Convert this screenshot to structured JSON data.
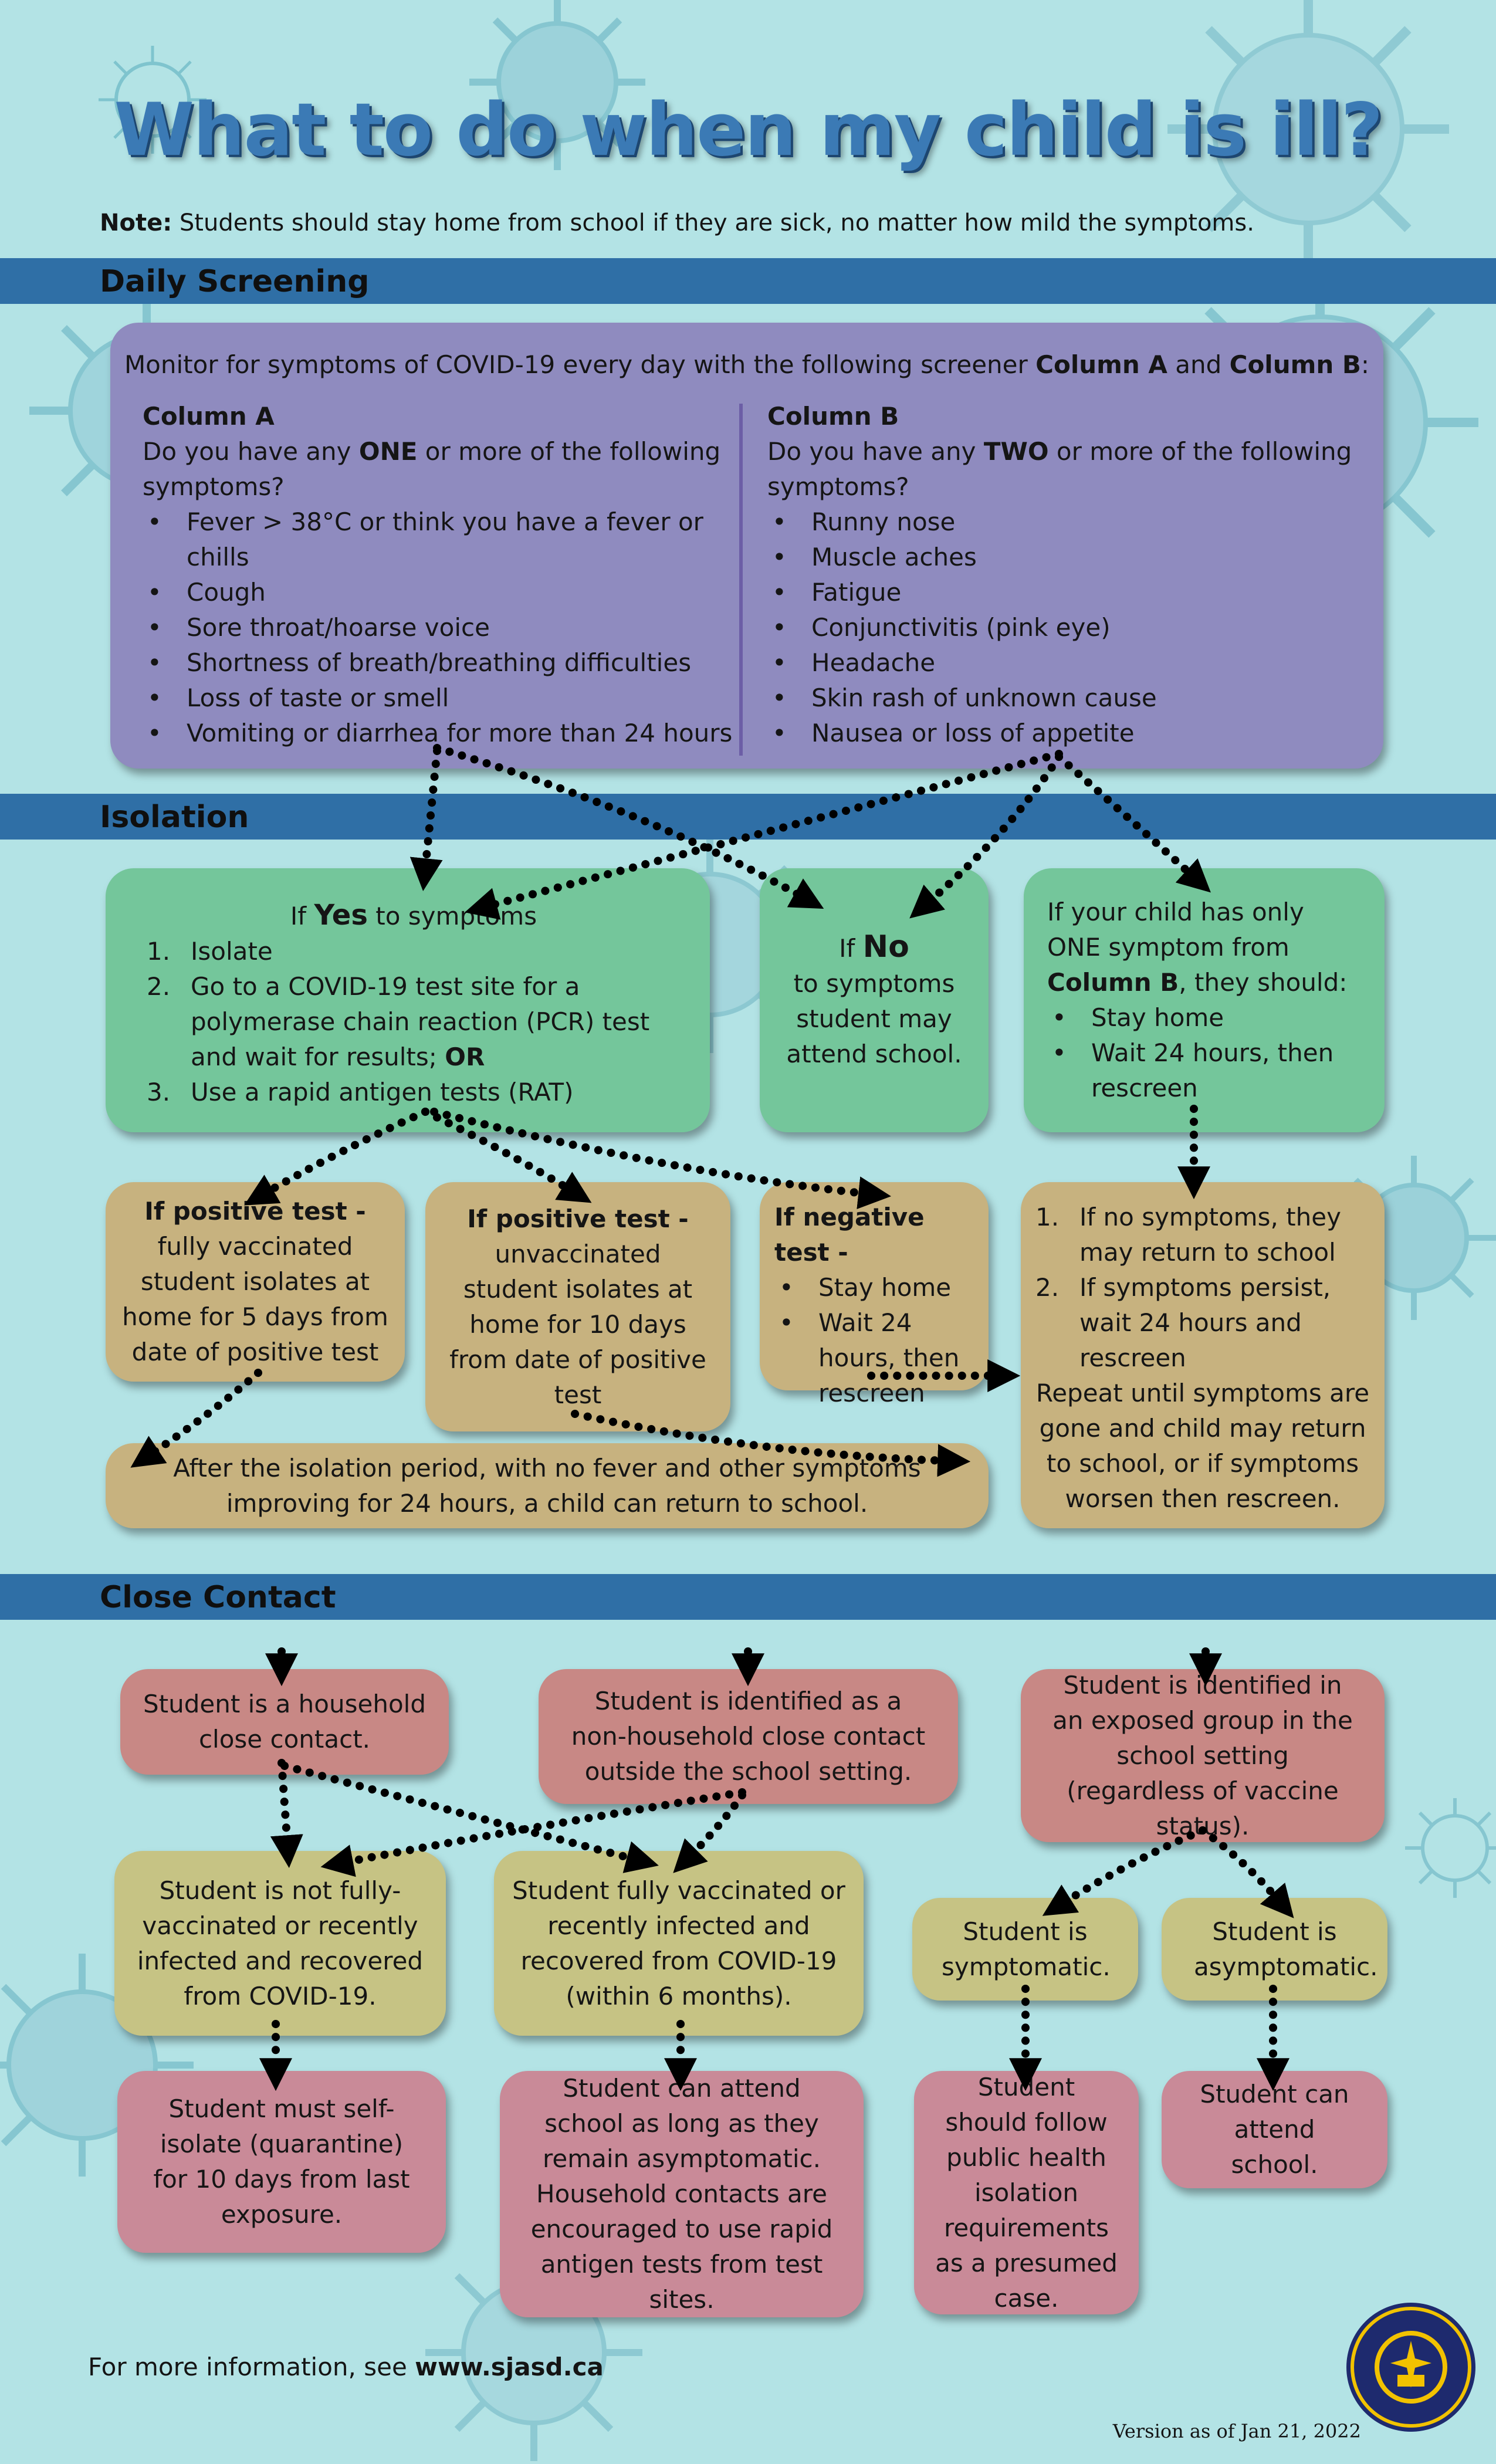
{
  "title": "What to do when my child is ill?",
  "note": {
    "label": "Note:",
    "text": " Students should stay home from school if they are sick, no matter how mild the symptoms."
  },
  "sections": {
    "daily": "Daily Screening",
    "isolation": "Isolation",
    "close": "Close Contact"
  },
  "screening": {
    "intro_pre": "Monitor for symptoms of COVID-19 every day with the following screener ",
    "intro_a": "Column A",
    "intro_and": " and ",
    "intro_b": "Column B",
    "intro_end": ":",
    "col_a": {
      "heading": "Column A",
      "question_pre": "Do you have any ",
      "question_em": "ONE",
      "question_post": " or more of the following symptoms?",
      "items": [
        "Fever > 38°C or think you have a fever or chills",
        "Cough",
        "Sore throat/hoarse voice",
        "Shortness of breath/breathing difficulties",
        "Loss of taste or smell",
        "Vomiting or diarrhea for more than 24 hours"
      ]
    },
    "col_b": {
      "heading": "Column B",
      "question_pre": "Do you have any ",
      "question_em": "TWO",
      "question_post": " or more  of the following symptoms?",
      "items": [
        "Runny nose",
        "Muscle aches",
        "Fatigue",
        "Conjunctivitis (pink eye)",
        "Headache",
        "Skin rash of unknown cause",
        "Nausea or loss of appetite"
      ]
    }
  },
  "isolation": {
    "yes": {
      "pre": "If ",
      "em": "Yes",
      "post": " to symptoms",
      "steps": [
        {
          "num": "1.",
          "text": "Isolate"
        },
        {
          "num": "2.",
          "text": "Go to a COVID-19 test site for a polymerase chain reaction (PCR) test and wait for results; ",
          "em": "OR"
        },
        {
          "num": "3.",
          "text": "Use a rapid antigen tests (RAT)"
        }
      ]
    },
    "no": {
      "pre": "If ",
      "em": "No",
      "text": "to symptoms student may attend school."
    },
    "one": {
      "text_pre": "If your child has only ONE symptom from ",
      "em": "Column B",
      "text_post": ", they should:",
      "items": [
        "Stay home",
        "Wait 24 hours, then rescreen"
      ]
    },
    "pos_vax": {
      "heading": "If positive test -",
      "text": "fully vaccinated student isolates at home for 5 days from date of positive test"
    },
    "pos_unvax": {
      "heading": "If positive test -",
      "text": "unvaccinated student isolates at home for 10 days from date of positive test"
    },
    "negative": {
      "heading": "If negative test -",
      "items": [
        "Stay home",
        "Wait 24 hours, then rescreen"
      ]
    },
    "rescreen": {
      "steps": [
        {
          "num": "1.",
          "text": "If no symptoms, they may return to school"
        },
        {
          "num": "2.",
          "text": "If symptoms persist, wait 24 hours and rescreen"
        }
      ],
      "repeat": "Repeat until symptoms are gone and child may return to school, or if symptoms worsen then rescreen."
    },
    "after": "After the isolation period, with no fever and other symptoms improving for 24 hours, a child can return to school."
  },
  "close_contact": {
    "household": "Student is a household close contact.",
    "non_household": "Student is identified as a non-household close contact outside the school setting.",
    "exposed": "Student is identified in an exposed group in the school setting (regardless of vaccine status).",
    "not_vax": "Student is not fully-vaccinated or recently infected and recovered from COVID-19.",
    "vax": "Student fully vaccinated or recently infected and recovered from COVID-19 (within 6 months).",
    "symptomatic": "Student is symptomatic.",
    "asymptomatic": "Student is asymptomatic.",
    "self_isolate": "Student must self-isolate (quarantine) for 10 days from last exposure.",
    "can_attend_cond": "Student can attend school as long as they remain asymptomatic. Household contacts are encouraged to use rapid antigen tests from test sites.",
    "follow_public": "Student should follow public health isolation requirements as a presumed case.",
    "can_attend": "Student can attend school."
  },
  "footer": {
    "pre": "For more information, see ",
    "link": "www.sjasd.ca"
  },
  "version": "Version as of Jan 21, 2022",
  "colors": {
    "background": "#b3e3e5",
    "band": "#2f6fa6",
    "title": "#3b7ab5",
    "purple": "#8f8bbf",
    "green": "#74c69b",
    "tan": "#c7b27f",
    "salmon": "#c88885",
    "olive": "#c6c384",
    "pink": "#c98a98"
  },
  "icons": [
    "virus-icon",
    "school-division-seal-icon"
  ]
}
